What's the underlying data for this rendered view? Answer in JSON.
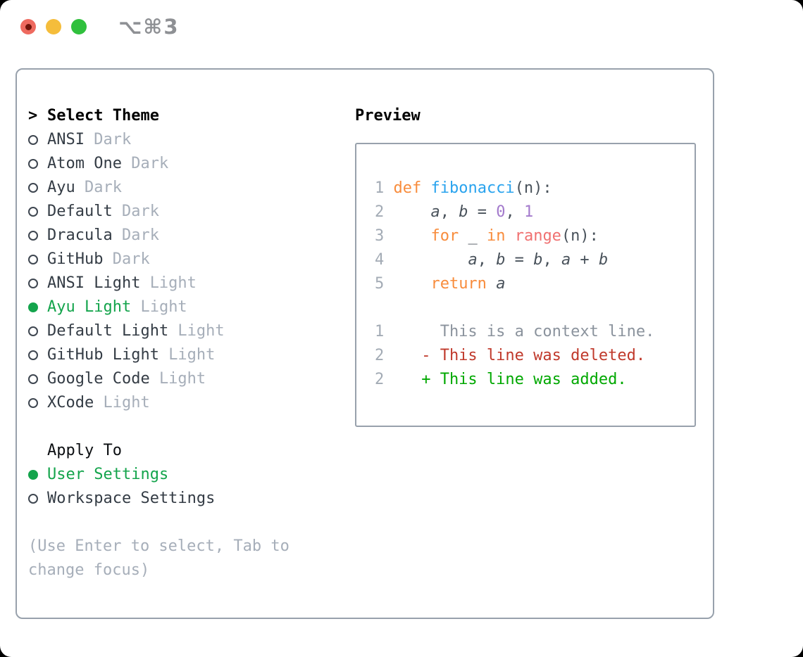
{
  "titlebar": {
    "shortcut": "⌥⌘3",
    "buttons": [
      {
        "name": "close",
        "color": "#ee6a5f",
        "has_dot": true
      },
      {
        "name": "minimize",
        "color": "#f5bd3b",
        "has_dot": false
      },
      {
        "name": "zoom",
        "color": "#30c03d",
        "has_dot": false
      }
    ]
  },
  "theme_picker": {
    "header_prefix": ">",
    "header": "Select Theme",
    "themes": [
      {
        "name": "ANSI",
        "variant": "Dark",
        "selected": false
      },
      {
        "name": "Atom One",
        "variant": "Dark",
        "selected": false
      },
      {
        "name": "Ayu",
        "variant": "Dark",
        "selected": false
      },
      {
        "name": "Default",
        "variant": "Dark",
        "selected": false
      },
      {
        "name": "Dracula",
        "variant": "Dark",
        "selected": false
      },
      {
        "name": "GitHub",
        "variant": "Dark",
        "selected": false
      },
      {
        "name": "ANSI Light",
        "variant": "Light",
        "selected": false
      },
      {
        "name": "Ayu Light",
        "variant": "Light",
        "selected": true
      },
      {
        "name": "Default Light",
        "variant": "Light",
        "selected": false
      },
      {
        "name": "GitHub Light",
        "variant": "Light",
        "selected": false
      },
      {
        "name": "Google Code",
        "variant": "Light",
        "selected": false
      },
      {
        "name": "XCode",
        "variant": "Light",
        "selected": false
      }
    ],
    "apply_to": {
      "header": "Apply To",
      "options": [
        {
          "label": "User Settings",
          "selected": true
        },
        {
          "label": "Workspace Settings",
          "selected": false
        }
      ]
    },
    "hint": "(Use Enter to select, Tab to change focus)"
  },
  "preview": {
    "header": "Preview",
    "code_lines": [
      {
        "num": "1",
        "tokens": [
          {
            "t": "def",
            "c": "keyword"
          },
          {
            "t": " "
          },
          {
            "t": "fibonacci",
            "c": "function"
          },
          {
            "t": "(n):"
          }
        ]
      },
      {
        "num": "2",
        "tokens": [
          {
            "t": "    "
          },
          {
            "t": "a",
            "i": true
          },
          {
            "t": ", "
          },
          {
            "t": "b",
            "i": true
          },
          {
            "t": " = "
          },
          {
            "t": "0",
            "c": "number"
          },
          {
            "t": ", "
          },
          {
            "t": "1",
            "c": "number"
          }
        ]
      },
      {
        "num": "3",
        "tokens": [
          {
            "t": "    "
          },
          {
            "t": "for",
            "c": "keyword"
          },
          {
            "t": " _ "
          },
          {
            "t": "in",
            "c": "keyword"
          },
          {
            "t": " "
          },
          {
            "t": "range",
            "c": "builtin"
          },
          {
            "t": "(n):"
          }
        ]
      },
      {
        "num": "4",
        "tokens": [
          {
            "t": "        "
          },
          {
            "t": "a",
            "i": true
          },
          {
            "t": ", "
          },
          {
            "t": "b",
            "i": true
          },
          {
            "t": " = "
          },
          {
            "t": "b",
            "i": true
          },
          {
            "t": ", "
          },
          {
            "t": "a",
            "i": true
          },
          {
            "t": " + "
          },
          {
            "t": "b",
            "i": true
          }
        ]
      },
      {
        "num": "5",
        "tokens": [
          {
            "t": "    "
          },
          {
            "t": "return",
            "c": "keyword"
          },
          {
            "t": " "
          },
          {
            "t": "a",
            "i": true
          }
        ]
      }
    ],
    "diff_lines": [
      {
        "num": "1",
        "text": "     This is a context line.",
        "kind": "context"
      },
      {
        "num": "2",
        "text": "   - This line was deleted.",
        "kind": "deleted"
      },
      {
        "num": "2",
        "text": "   + This line was added.",
        "kind": "added"
      }
    ]
  },
  "colors": {
    "accent_green": "#14a44c",
    "item_text": "#343c45",
    "variant_text": "#a6aeb9",
    "hint_text": "#a6aeb9",
    "border_gray": "#98a1ac",
    "close_button_dot": "#70140a",
    "title_gray": "#8e9094",
    "syntax": {
      "keyword": "#f88c3c",
      "function": "#29a3ee",
      "builtin": "#f07171",
      "number": "#a37acc",
      "plain": "#49525b",
      "line_number": "#a3abb5"
    },
    "diff": {
      "context": "#8b939d",
      "deleted": "#c0392b",
      "added": "#00a800"
    }
  }
}
